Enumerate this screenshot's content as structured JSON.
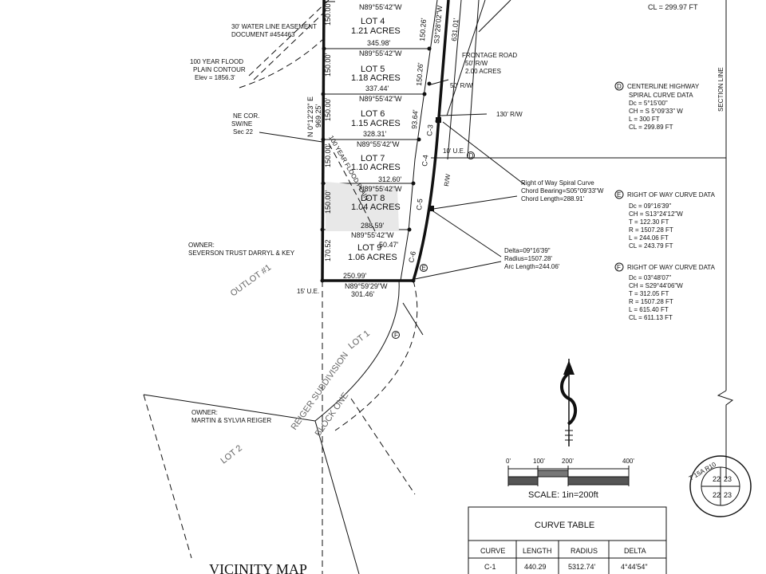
{
  "top_partial": {
    "bearing": "N89°55'42\"W",
    "cl": "CL = 299.97 FT"
  },
  "lots": [
    {
      "name": "LOT 4",
      "area": "1.21 ACRES",
      "south_bearing": "N89°55'42\"W",
      "south_len": "345.98'",
      "west_len": "150.00'",
      "east_len": "150.26'"
    },
    {
      "name": "LOT 5",
      "area": "1.18 ACRES",
      "south_bearing": "N89°55'42\"W",
      "south_len": "337.44'",
      "west_len": "150.00'",
      "east_len": "150.26'"
    },
    {
      "name": "LOT 6",
      "area": "1.15 ACRES",
      "south_bearing": "N89°55'42\"W",
      "south_len": "328.31'",
      "west_len": "150.00'",
      "east_len": "93.64'"
    },
    {
      "name": "LOT 7",
      "area": "1.10 ACRES",
      "south_bearing": "N89°55'42\"W",
      "south_len": "312.60'",
      "west_len": "150.00'"
    },
    {
      "name": "LOT 8",
      "area": "1.04 ACRES",
      "south_bearing": "N89°55'42\"W",
      "south_len": "288.59'",
      "west_len": "150.00'"
    },
    {
      "name": "LOT 9",
      "area": "1.06 ACRES",
      "south_len": "250.99'",
      "west_len": "170.52",
      "east_len": "50.47'"
    }
  ],
  "curve_tags": [
    "C-3",
    "C-4",
    "C-5",
    "C-6"
  ],
  "east_line": {
    "bearing": "S3°28'02\"W",
    "length": "631.01'"
  },
  "south_line": {
    "bearing": "N89°59'29\"W",
    "length": "301.46'"
  },
  "west_line": {
    "bearing": "N 0°12'23\" E",
    "length": "969.25'"
  },
  "labels": {
    "water_easement": [
      "30' WATER LINE EASEMENT",
      "DOCUMENT #454463"
    ],
    "flood_contour": [
      "100 YEAR FLOOD",
      "PLAIN CONTOUR",
      "Elev = 1856.3'"
    ],
    "flood_plain": "100 YEAR FLOOD PLAIN",
    "frontage_road": [
      "FRONTAGE ROAD",
      "50' R/W",
      "2.00 ACRES"
    ],
    "rw_50": "50' R/W",
    "rw_130": "130' R/W",
    "rw": "R/W",
    "ue_10": "10' U.E.",
    "ue_15": "15' U.E.",
    "ne_corner": [
      "NE COR.",
      "SW/NE",
      "Sec 22"
    ],
    "section_line": "SECTION LINE",
    "owner1": [
      "OWNER:",
      "SEVERSON TRUST DARRYL & KEY"
    ],
    "outlot": "OUTLOT #1",
    "owner2": [
      "OWNER:",
      "MARTIN & SYLVIA REIGER"
    ],
    "lot1": "LOT 1",
    "lot2": "LOT 2",
    "reiger": [
      "REIGER SUBDIVISION",
      "BLOCK ONE"
    ],
    "spiral": [
      "Right of Way Spiral Curve",
      "Chord Bearing=S05°09'33\"W",
      "Chord Length=288.91'"
    ],
    "delta": [
      "Delta=09°16'39\"",
      "Radius=1507.28'",
      "Arc Length=244.06'"
    ],
    "vicinity": "VICINITY MAP"
  },
  "curve_d": {
    "tag": "D",
    "lines": [
      "CENTERLINE HIGHWAY",
      "SPIRAL CURVE DATA",
      "Dc = 5°15'00\"",
      "CH = S 5°09'33\" W",
      "L = 300 FT",
      "CL = 299.89 FT"
    ]
  },
  "curve_e": {
    "tag": "E",
    "lines": [
      "RIGHT OF WAY CURVE DATA",
      "Dc = 09°16'39\"",
      "CH = S13°24'12\"W",
      "T = 122.30 FT",
      "R = 1507.28 FT",
      "L = 244.06 FT",
      "CL = 243.79 FT"
    ]
  },
  "curve_f": {
    "tag": "F",
    "lines": [
      "RIGHT OF WAY CURVE DATA",
      "Dc = 03°48'07\"",
      "CH = S29°44'06\"W",
      "T = 312.05 FT",
      "R = 1507.28 FT",
      "L = 615.40 FT",
      "CL = 611.13 FT"
    ]
  },
  "scale": {
    "ticks": [
      "0'",
      "100'",
      "200'",
      "400'"
    ],
    "label": "SCALE: 1in=200ft"
  },
  "seal": {
    "top": "T 15A R10",
    "sections": [
      "22",
      "23",
      "22",
      "23"
    ]
  },
  "curve_table": {
    "title": "CURVE TABLE",
    "headers": [
      "CURVE",
      "LENGTH",
      "RADIUS",
      "DELTA"
    ],
    "rows": [
      {
        "curve": "C-1",
        "length": "440.29",
        "radius": "5312.74'",
        "delta": "4°44'54\""
      }
    ]
  }
}
